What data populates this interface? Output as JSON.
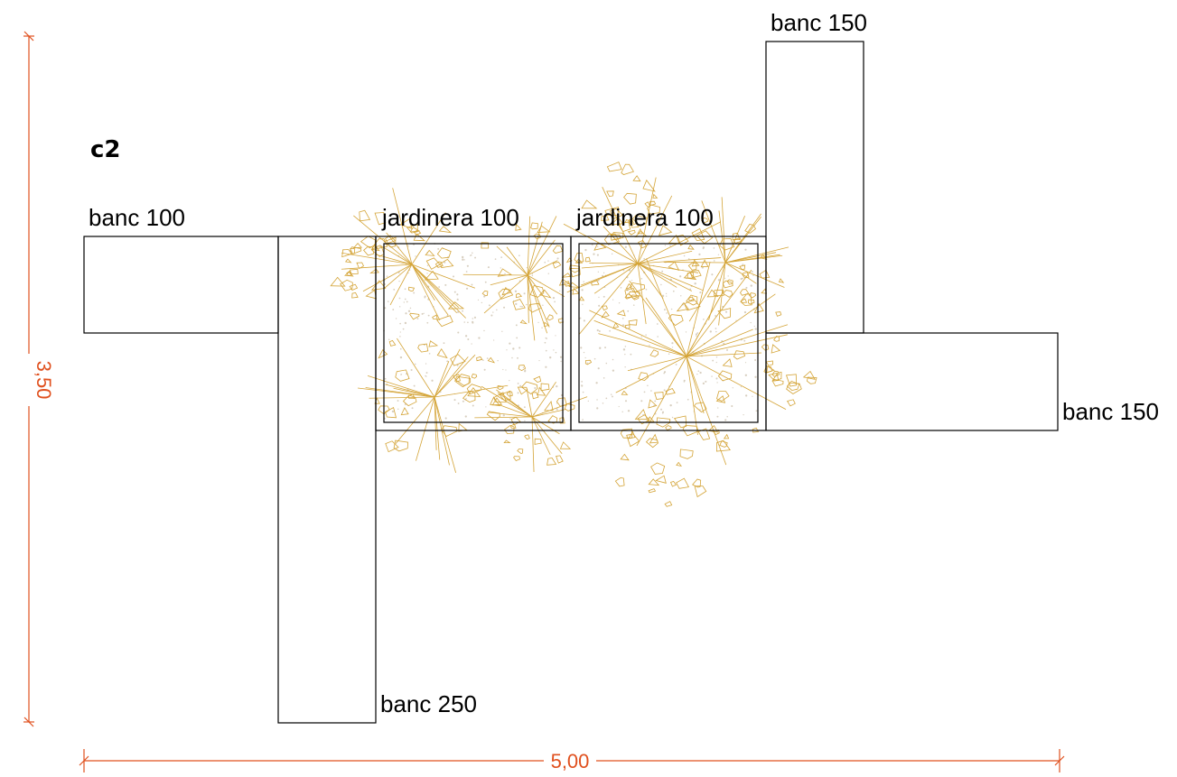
{
  "title": "c2",
  "labels": {
    "banc_100": "banc 100",
    "banc_250": "banc 250",
    "jardinera_a": "jardinera 100",
    "jardinera_b": "jardinera 100",
    "banc_150_top": "banc 150",
    "banc_150_right": "banc 150"
  },
  "dimensions": {
    "height": "3,50",
    "width": "5,00"
  },
  "colors": {
    "dimension": "#e0501e",
    "plant": "#d4a437",
    "outline": "#000000"
  }
}
